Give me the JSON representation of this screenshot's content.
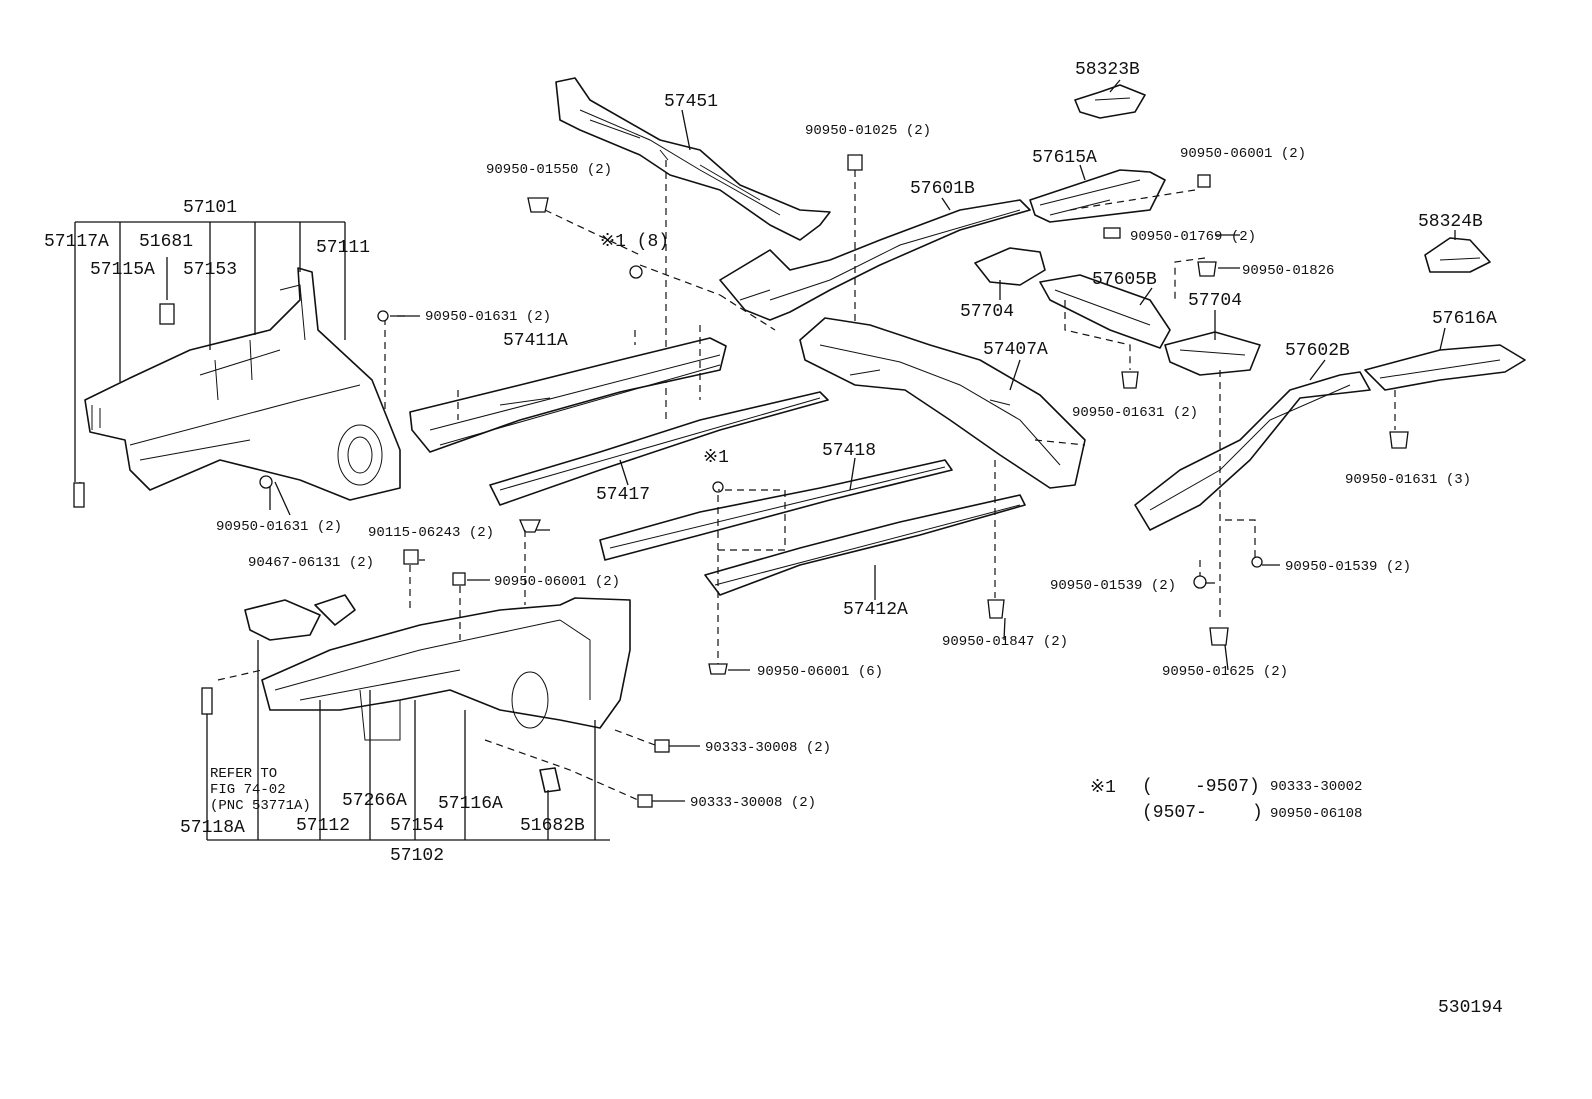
{
  "labels": {
    "p57101": "57101",
    "p57117A": "57117A",
    "p51681": "51681",
    "p57115A": "57115A",
    "p57153": "57153",
    "p57111": "57111",
    "f90950_01631_a": "90950-01631 (2)",
    "f90950_01631_b": "90950-01631 (2)",
    "p57451": "57451",
    "f90950_01550": "90950-01550 (2)",
    "note1_8": "※1 (8)",
    "p57411A": "57411A",
    "p57417": "57417",
    "note1": "※1",
    "p57418": "57418",
    "f90950_01025": "90950-01025 (2)",
    "p57601B": "57601B",
    "p57615A": "57615A",
    "p58323B": "58323B",
    "f90950_06001_top": "90950-06001 (2)",
    "f90950_01769": "90950-01769 (2)",
    "p58324B": "58324B",
    "f90950_01826": "90950-01826",
    "p57605B": "57605B",
    "p57704_a": "57704",
    "p57704_b": "57704",
    "p57407A": "57407A",
    "f90950_01631_c": "90950-01631 (2)",
    "p57616A": "57616A",
    "p57602B": "57602B",
    "f90950_01631_d": "90950-01631 (3)",
    "f90115_06243": "90115-06243 (2)",
    "f90467_06131": "90467-06131 (2)",
    "f90950_06001_mid": "90950-06001 (2)",
    "p57412A": "57412A",
    "f90950_01847": "90950-01847 (2)",
    "f90950_06001_six": "90950-06001 (6)",
    "f90950_01539_a": "90950-01539 (2)",
    "f90950_01539_b": "90950-01539 (2)",
    "f90950_01625": "90950-01625 (2)",
    "f90333_30008_a": "90333-30008 (2)",
    "f90333_30008_b": "90333-30008 (2)",
    "refer1": "REFER TO",
    "refer2": "FIG 74-02",
    "refer3": "(PNC 53771A)",
    "p57266A": "57266A",
    "p57116A": "57116A",
    "p57118A": "57118A",
    "p57112": "57112",
    "p57154": "57154",
    "p51682B": "51682B",
    "p57102": "57102"
  },
  "footnote": {
    "mark": "※1",
    "row1_open": "(",
    "row1_range": "-9507)",
    "row1_part": "90333-30002",
    "row2_range": "(9507-",
    "row2_close": ")",
    "row2_part": "90950-06108"
  },
  "figure_number": "530194"
}
